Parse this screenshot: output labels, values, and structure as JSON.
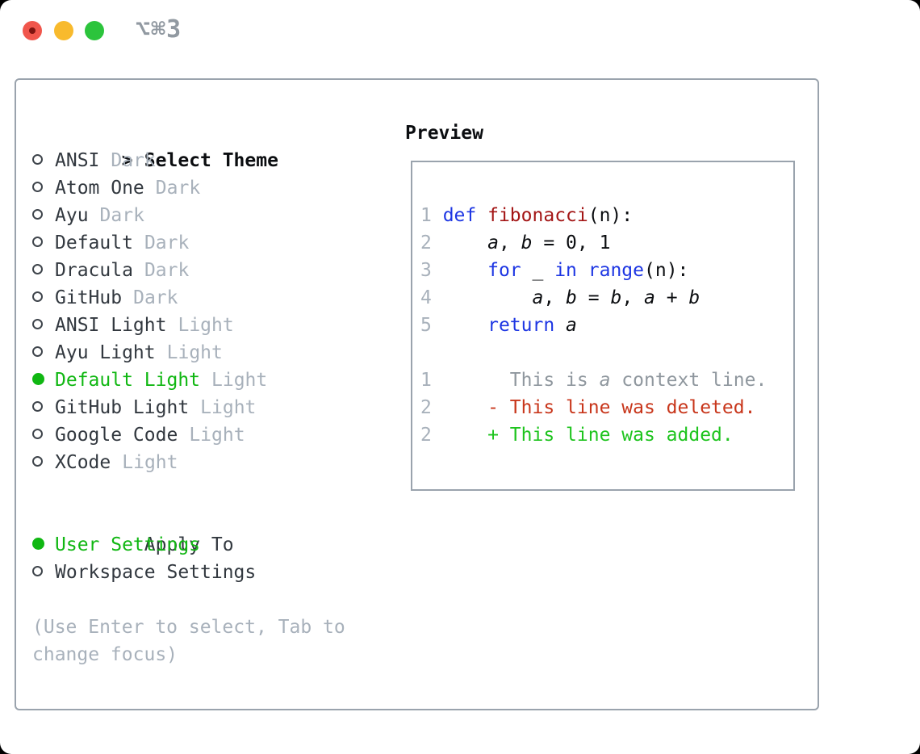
{
  "window": {
    "title": "⌥⌘3"
  },
  "colors": {
    "panel_border": "#9aa3ad",
    "selected_green": "#10b712",
    "added_green": "#1ec41e",
    "deleted_red": "#c8361b",
    "keyword_blue": "#1d36e3",
    "function_red": "#a31515",
    "muted_gray": "#a8b1bb",
    "context_gray": "#8f979e",
    "traffic_red": "#f0564c",
    "traffic_yellow": "#f8ba2d",
    "traffic_green": "#2cc43c"
  },
  "theme_list": {
    "header": {
      "prompt": ">",
      "label": "Select Theme"
    },
    "items": [
      {
        "name": "ANSI",
        "tag": "Dark",
        "selected": false
      },
      {
        "name": "Atom One",
        "tag": "Dark",
        "selected": false
      },
      {
        "name": "Ayu",
        "tag": "Dark",
        "selected": false
      },
      {
        "name": "Default",
        "tag": "Dark",
        "selected": false
      },
      {
        "name": "Dracula",
        "tag": "Dark",
        "selected": false
      },
      {
        "name": "GitHub",
        "tag": "Dark",
        "selected": false
      },
      {
        "name": "ANSI Light",
        "tag": "Light",
        "selected": false
      },
      {
        "name": "Ayu Light",
        "tag": "Light",
        "selected": false
      },
      {
        "name": "Default Light",
        "tag": "Light",
        "selected": true
      },
      {
        "name": "GitHub Light",
        "tag": "Light",
        "selected": false
      },
      {
        "name": "Google Code",
        "tag": "Light",
        "selected": false
      },
      {
        "name": "XCode",
        "tag": "Light",
        "selected": false
      }
    ]
  },
  "apply_to": {
    "header": "Apply To",
    "options": [
      {
        "name": "User Settings",
        "selected": true
      },
      {
        "name": "Workspace Settings",
        "selected": false
      }
    ]
  },
  "help_lines": [
    "(Use Enter to select, Tab to",
    "change focus)"
  ],
  "preview": {
    "heading": "Preview",
    "lines": [
      [
        {
          "t": "1 ",
          "c": "ln"
        },
        {
          "t": "def",
          "c": "kw"
        },
        {
          "t": " ",
          "c": "pl"
        },
        {
          "t": "fibonacci",
          "c": "fn"
        },
        {
          "t": "(n):",
          "c": "pl"
        }
      ],
      [
        {
          "t": "2 ",
          "c": "ln"
        },
        {
          "t": "    ",
          "c": "pl"
        },
        {
          "t": "a",
          "c": "var"
        },
        {
          "t": ", ",
          "c": "pl"
        },
        {
          "t": "b",
          "c": "var"
        },
        {
          "t": " = 0, 1",
          "c": "pl"
        }
      ],
      [
        {
          "t": "3 ",
          "c": "ln"
        },
        {
          "t": "    ",
          "c": "pl"
        },
        {
          "t": "for",
          "c": "kw"
        },
        {
          "t": " _ ",
          "c": "pl"
        },
        {
          "t": "in",
          "c": "kw"
        },
        {
          "t": " ",
          "c": "pl"
        },
        {
          "t": "range",
          "c": "kw"
        },
        {
          "t": "(n):",
          "c": "pl"
        }
      ],
      [
        {
          "t": "4 ",
          "c": "ln"
        },
        {
          "t": "        ",
          "c": "pl"
        },
        {
          "t": "a",
          "c": "var"
        },
        {
          "t": ", ",
          "c": "pl"
        },
        {
          "t": "b",
          "c": "var"
        },
        {
          "t": " = ",
          "c": "pl"
        },
        {
          "t": "b",
          "c": "var"
        },
        {
          "t": ", ",
          "c": "pl"
        },
        {
          "t": "a",
          "c": "var"
        },
        {
          "t": " + ",
          "c": "pl"
        },
        {
          "t": "b",
          "c": "var"
        }
      ],
      [
        {
          "t": "5 ",
          "c": "ln"
        },
        {
          "t": "    ",
          "c": "pl"
        },
        {
          "t": "return",
          "c": "kw"
        },
        {
          "t": " ",
          "c": "pl"
        },
        {
          "t": "a",
          "c": "var"
        }
      ],
      [],
      [
        {
          "t": "1 ",
          "c": "ln"
        },
        {
          "t": "      This is ",
          "c": "ctx"
        },
        {
          "t": "a",
          "c": "ctxi"
        },
        {
          "t": " context line.",
          "c": "ctx"
        }
      ],
      [
        {
          "t": "2 ",
          "c": "ln"
        },
        {
          "t": "    ",
          "c": "pl"
        },
        {
          "t": "- This line was deleted.",
          "c": "del"
        }
      ],
      [
        {
          "t": "2 ",
          "c": "ln"
        },
        {
          "t": "    ",
          "c": "pl"
        },
        {
          "t": "+ This line was added.",
          "c": "add"
        }
      ]
    ]
  }
}
